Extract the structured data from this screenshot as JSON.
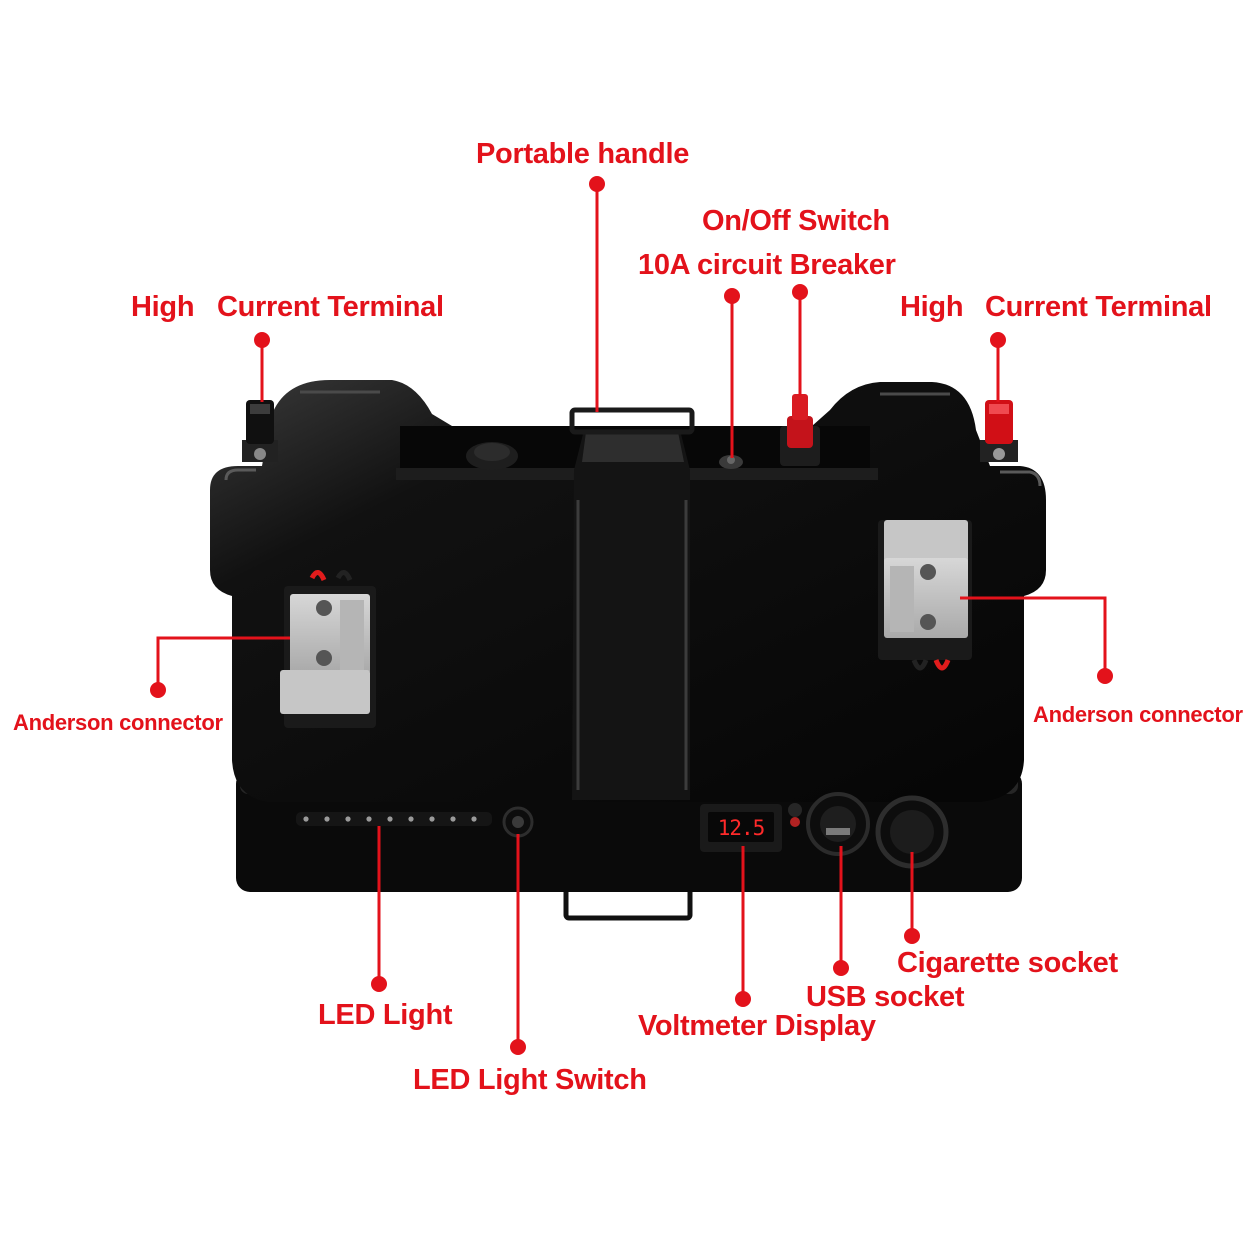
{
  "labels": {
    "portable_handle": "Portable handle",
    "on_off_switch": "On/Off Switch",
    "circuit_breaker": "10A circuit Breaker",
    "high_current_terminal_left_a": "High",
    "high_current_terminal_left_b": "Current Terminal",
    "high_current_terminal_right_a": "High",
    "high_current_terminal_right_b": "Current Terminal",
    "anderson_left": "Anderson connector",
    "anderson_right": "Anderson connector",
    "led_light": "LED Light",
    "led_light_switch": "LED Light Switch",
    "voltmeter_display": "Voltmeter Display",
    "usb_socket": "USB socket",
    "cigarette_socket": "Cigarette socket"
  },
  "voltmeter_reading": "12.5",
  "colors": {
    "callout": "#e3121b",
    "box": "#0b0b0b",
    "connector": "#bdbdbd",
    "terminal_red": "#d10f16"
  }
}
